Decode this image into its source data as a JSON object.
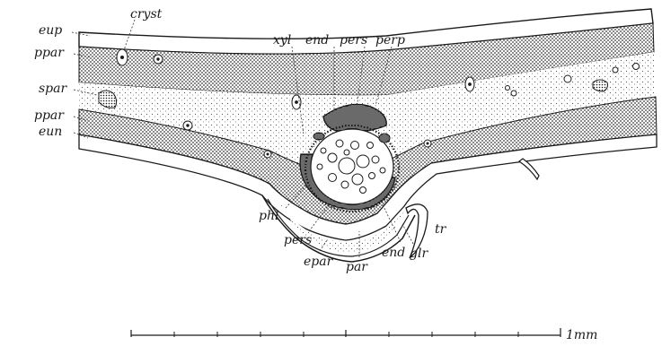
{
  "figure": {
    "labels": {
      "eup": "eup",
      "cryst": "cryst",
      "ppar_top": "ppar",
      "spar": "spar",
      "ppar_bottom": "ppar",
      "eun": "eun",
      "xyl": "xyl",
      "end_top": "end",
      "pers_top": "pers",
      "perp": "perp",
      "phl": "phl",
      "pers_bottom": "pers",
      "epar": "epar",
      "par": "par",
      "end_bottom": "end",
      "glr": "glr",
      "tr": "tr"
    },
    "scale_label": "1mm"
  },
  "colors": {
    "ink": "#1a1a1a",
    "paper": "#ffffff"
  }
}
